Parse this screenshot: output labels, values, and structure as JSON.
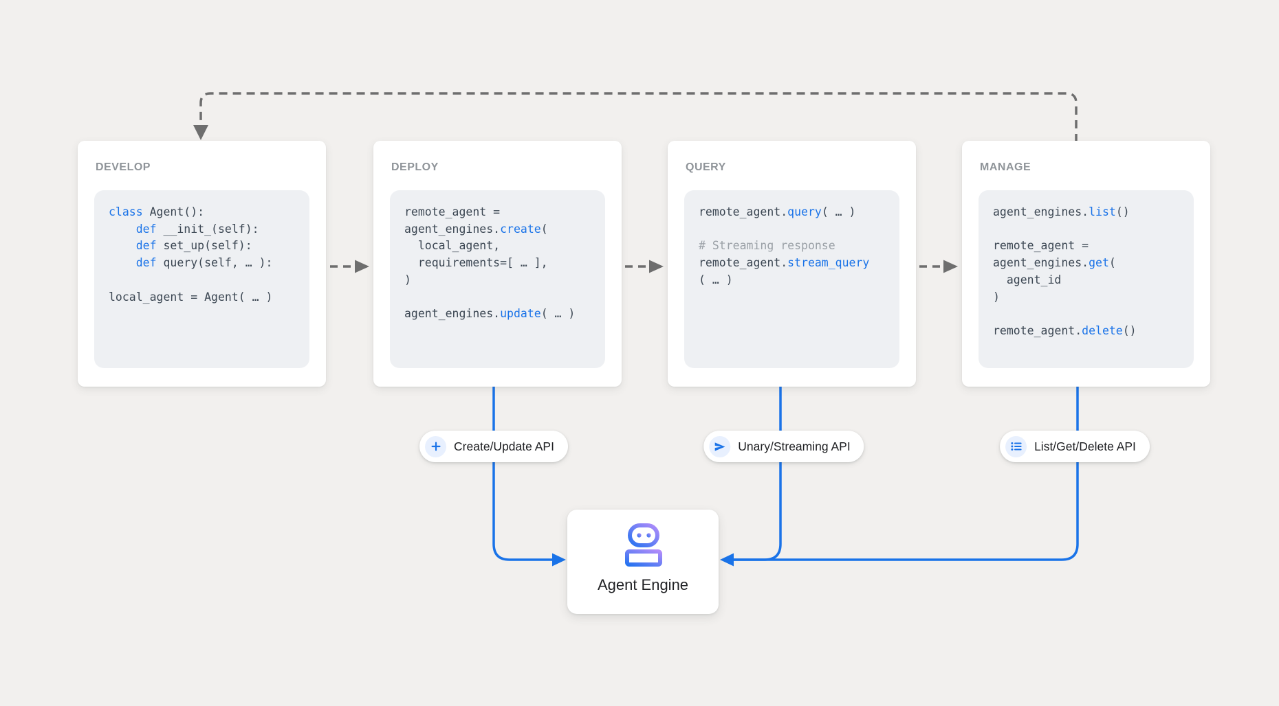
{
  "cards": [
    {
      "title": "DEVELOP",
      "code": [
        [
          {
            "t": "class",
            "c": "k"
          },
          {
            "t": " Agent():",
            "c": "p"
          }
        ],
        [
          {
            "t": "    ",
            "c": "p"
          },
          {
            "t": "def",
            "c": "k"
          },
          {
            "t": " __init_(self):",
            "c": "p"
          }
        ],
        [
          {
            "t": "    ",
            "c": "p"
          },
          {
            "t": "def",
            "c": "k"
          },
          {
            "t": " set_up(self):",
            "c": "p"
          }
        ],
        [
          {
            "t": "    ",
            "c": "p"
          },
          {
            "t": "def",
            "c": "k"
          },
          {
            "t": " query(self, … ):",
            "c": "p"
          }
        ],
        [],
        [
          {
            "t": "local_agent = Agent( … )",
            "c": "p"
          }
        ]
      ]
    },
    {
      "title": "DEPLOY",
      "code": [
        [
          {
            "t": "remote_agent =",
            "c": "p"
          }
        ],
        [
          {
            "t": "agent_engines.",
            "c": "p"
          },
          {
            "t": "create",
            "c": "f"
          },
          {
            "t": "(",
            "c": "p"
          }
        ],
        [
          {
            "t": "  local_agent,",
            "c": "p"
          }
        ],
        [
          {
            "t": "  requirements=[ … ],",
            "c": "p"
          }
        ],
        [
          {
            "t": ")",
            "c": "p"
          }
        ],
        [],
        [
          {
            "t": "agent_engines.",
            "c": "p"
          },
          {
            "t": "update",
            "c": "f"
          },
          {
            "t": "( … )",
            "c": "p"
          }
        ]
      ]
    },
    {
      "title": "QUERY",
      "code": [
        [
          {
            "t": "remote_agent.",
            "c": "p"
          },
          {
            "t": "query",
            "c": "f"
          },
          {
            "t": "( … )",
            "c": "p"
          }
        ],
        [],
        [
          {
            "t": "# Streaming response",
            "c": "c"
          }
        ],
        [
          {
            "t": "remote_agent.",
            "c": "p"
          },
          {
            "t": "stream_query",
            "c": "f"
          }
        ],
        [
          {
            "t": "( … )",
            "c": "p"
          }
        ]
      ]
    },
    {
      "title": "MANAGE",
      "code": [
        [
          {
            "t": "agent_engines.",
            "c": "p"
          },
          {
            "t": "list",
            "c": "f"
          },
          {
            "t": "()",
            "c": "p"
          }
        ],
        [],
        [
          {
            "t": "remote_agent =",
            "c": "p"
          }
        ],
        [
          {
            "t": "agent_engines.",
            "c": "p"
          },
          {
            "t": "get",
            "c": "f"
          },
          {
            "t": "(",
            "c": "p"
          }
        ],
        [
          {
            "t": "  agent_id",
            "c": "p"
          }
        ],
        [
          {
            "t": ")",
            "c": "p"
          }
        ],
        [],
        [
          {
            "t": "remote_agent.",
            "c": "p"
          },
          {
            "t": "delete",
            "c": "f"
          },
          {
            "t": "()",
            "c": "p"
          }
        ]
      ]
    }
  ],
  "pills": [
    {
      "label": "Create/Update API",
      "icon": "plus-icon"
    },
    {
      "label": "Unary/Streaming API",
      "icon": "send-icon"
    },
    {
      "label": "List/Get/Delete API",
      "icon": "list-icon"
    }
  ],
  "engine": {
    "label": "Agent Engine",
    "icon": "robot-icon"
  },
  "colors": {
    "background": "#f2f0ee",
    "accent_blue": "#1a73e8",
    "code_text": "#3c4753",
    "code_comment": "#9aa0a6",
    "card_title_gray": "#8f9499",
    "connector_gray": "#6e6e6e",
    "code_block_bg": "#eef0f3",
    "pill_icon_bg": "#e8f0fe",
    "robot_gradient_blue": "#2673f0",
    "robot_gradient_purple": "#b18cfa"
  }
}
